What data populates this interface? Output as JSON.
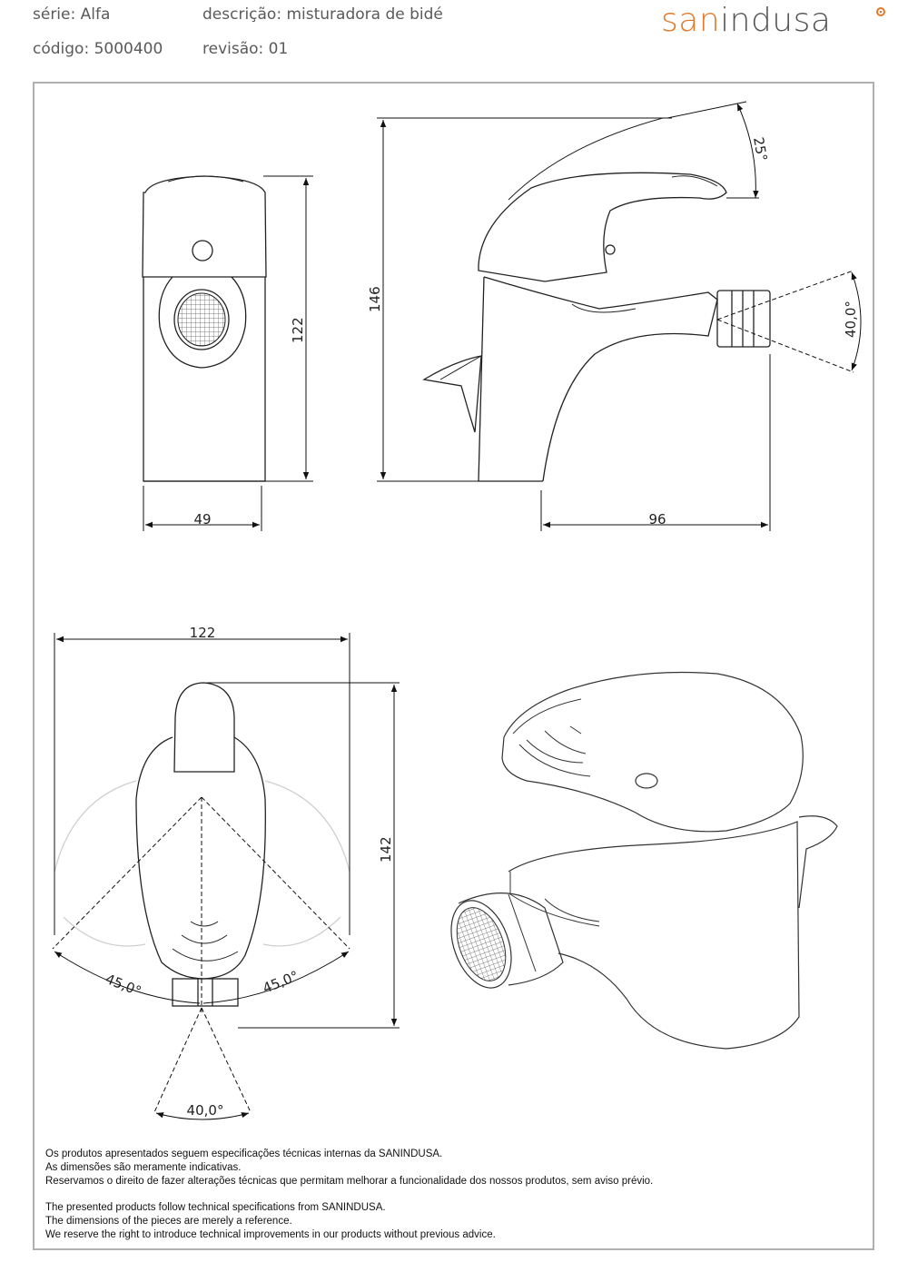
{
  "header": {
    "serie": "série: Alfa",
    "descricao": "descrição: misturadora de bidé",
    "codigo": "código: 5000400",
    "revisao": "revisão: 01",
    "brand_prefix": "san",
    "brand_suffix": "indusa",
    "brand_color": "#e07a2a"
  },
  "dimensions": {
    "front_height": "122",
    "front_width": "49",
    "side_height": "146",
    "side_depth": "96",
    "side_lever_angle": "25°",
    "side_spray_angle": "40,0°",
    "top_width": "122",
    "top_length": "142",
    "top_left_angle": "45,0°",
    "top_right_angle": "45,0°",
    "top_spray_angle": "40,0°"
  },
  "notes": {
    "pt": [
      "Os produtos apresentados seguem especificações técnicas internas da SANINDUSA.",
      "As dimensões são meramente indicativas.",
      "Reservamos o direito de fazer alterações técnicas que permitam melhorar a funcionalidade dos nossos produtos, sem aviso prévio."
    ],
    "en": [
      "The presented products follow technical specifications from SANINDUSA.",
      "The dimensions of the pieces are merely a reference.",
      "We reserve the right to introduce technical improvements in our products without previous advice."
    ]
  }
}
